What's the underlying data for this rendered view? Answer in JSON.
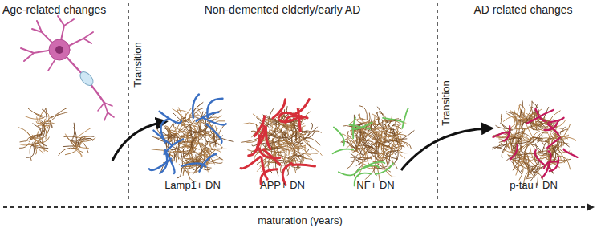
{
  "diagram": {
    "labels": [
      "Age-related changes",
      "Non-demented elderly/early AD",
      "AD related changes",
      "Transition",
      "Transition",
      "Lamp1+ DN",
      "APP+ DN",
      "NF+ DN",
      "p-tau+ DN",
      "maturation (years)"
    ]
  }
}
